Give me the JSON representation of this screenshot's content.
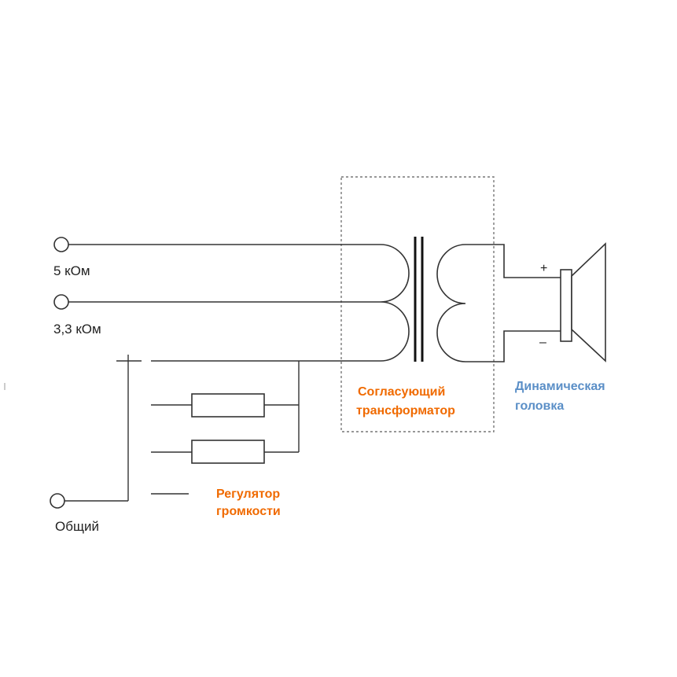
{
  "terminals": {
    "t1": "5 кОм",
    "t2": "3,3 кОм",
    "common": "Общий"
  },
  "transformer": {
    "line1": "Согласующий",
    "line2": "трансформатор",
    "color": "#f06a00"
  },
  "speaker": {
    "line1": "Динамическая",
    "line2": "головка",
    "color": "#5b8fc7",
    "plus": "+",
    "minus": "–"
  },
  "volume": {
    "line1": "Регулятор",
    "line2": "громкости",
    "color": "#f06a00"
  }
}
